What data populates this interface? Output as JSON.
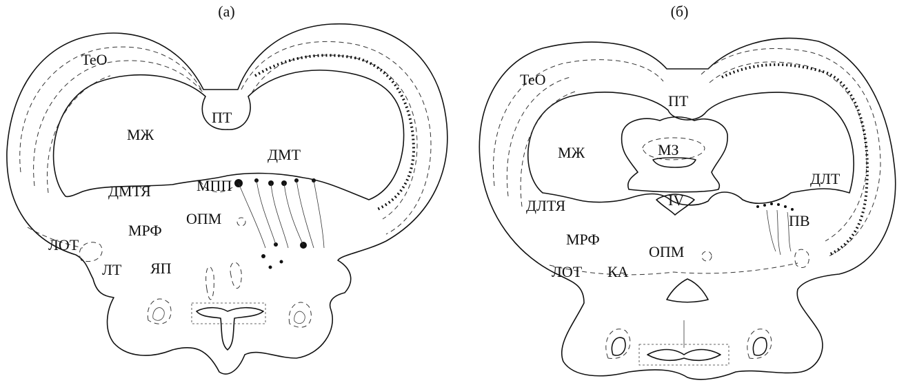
{
  "panels": [
    {
      "caption": "(а)",
      "labels": {
        "teo": "TeO",
        "pt": "ПТ",
        "mzh": "МЖ",
        "dmt": "ДМТ",
        "dmtya": "ДМТЯ",
        "mpp": "МПП",
        "opm": "ОПМ",
        "mrf": "МРФ",
        "lot": "ЛОТ",
        "lt": "ЛТ",
        "yap": "ЯП"
      }
    },
    {
      "caption": "(б)",
      "labels": {
        "teo": "TeO",
        "pt": "ПТ",
        "mzh": "МЖ",
        "mz": "МЗ",
        "dlt": "ДЛТ",
        "dltya": "ДЛТЯ",
        "iv": "IV",
        "pv": "ПВ",
        "mrf": "МРФ",
        "opm": "ОПМ",
        "lot": "ЛОТ",
        "ka": "КА"
      }
    }
  ]
}
